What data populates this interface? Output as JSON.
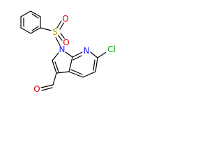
{
  "molecule": {
    "atoms": {
      "sulfur": "S",
      "sulfonyl_oxygen_top": "O",
      "sulfonyl_oxygen_bottom": "O",
      "pyrrole_nitrogen": "N",
      "pyridine_nitrogen": "N",
      "chlorine": "Cl",
      "aldehyde_oxygen": "O"
    },
    "colors": {
      "sulfur": "#b8a000",
      "oxygen": "#e00000",
      "nitrogen": "#2020ff",
      "chlorine": "#00a000",
      "bond": "#000000"
    }
  }
}
